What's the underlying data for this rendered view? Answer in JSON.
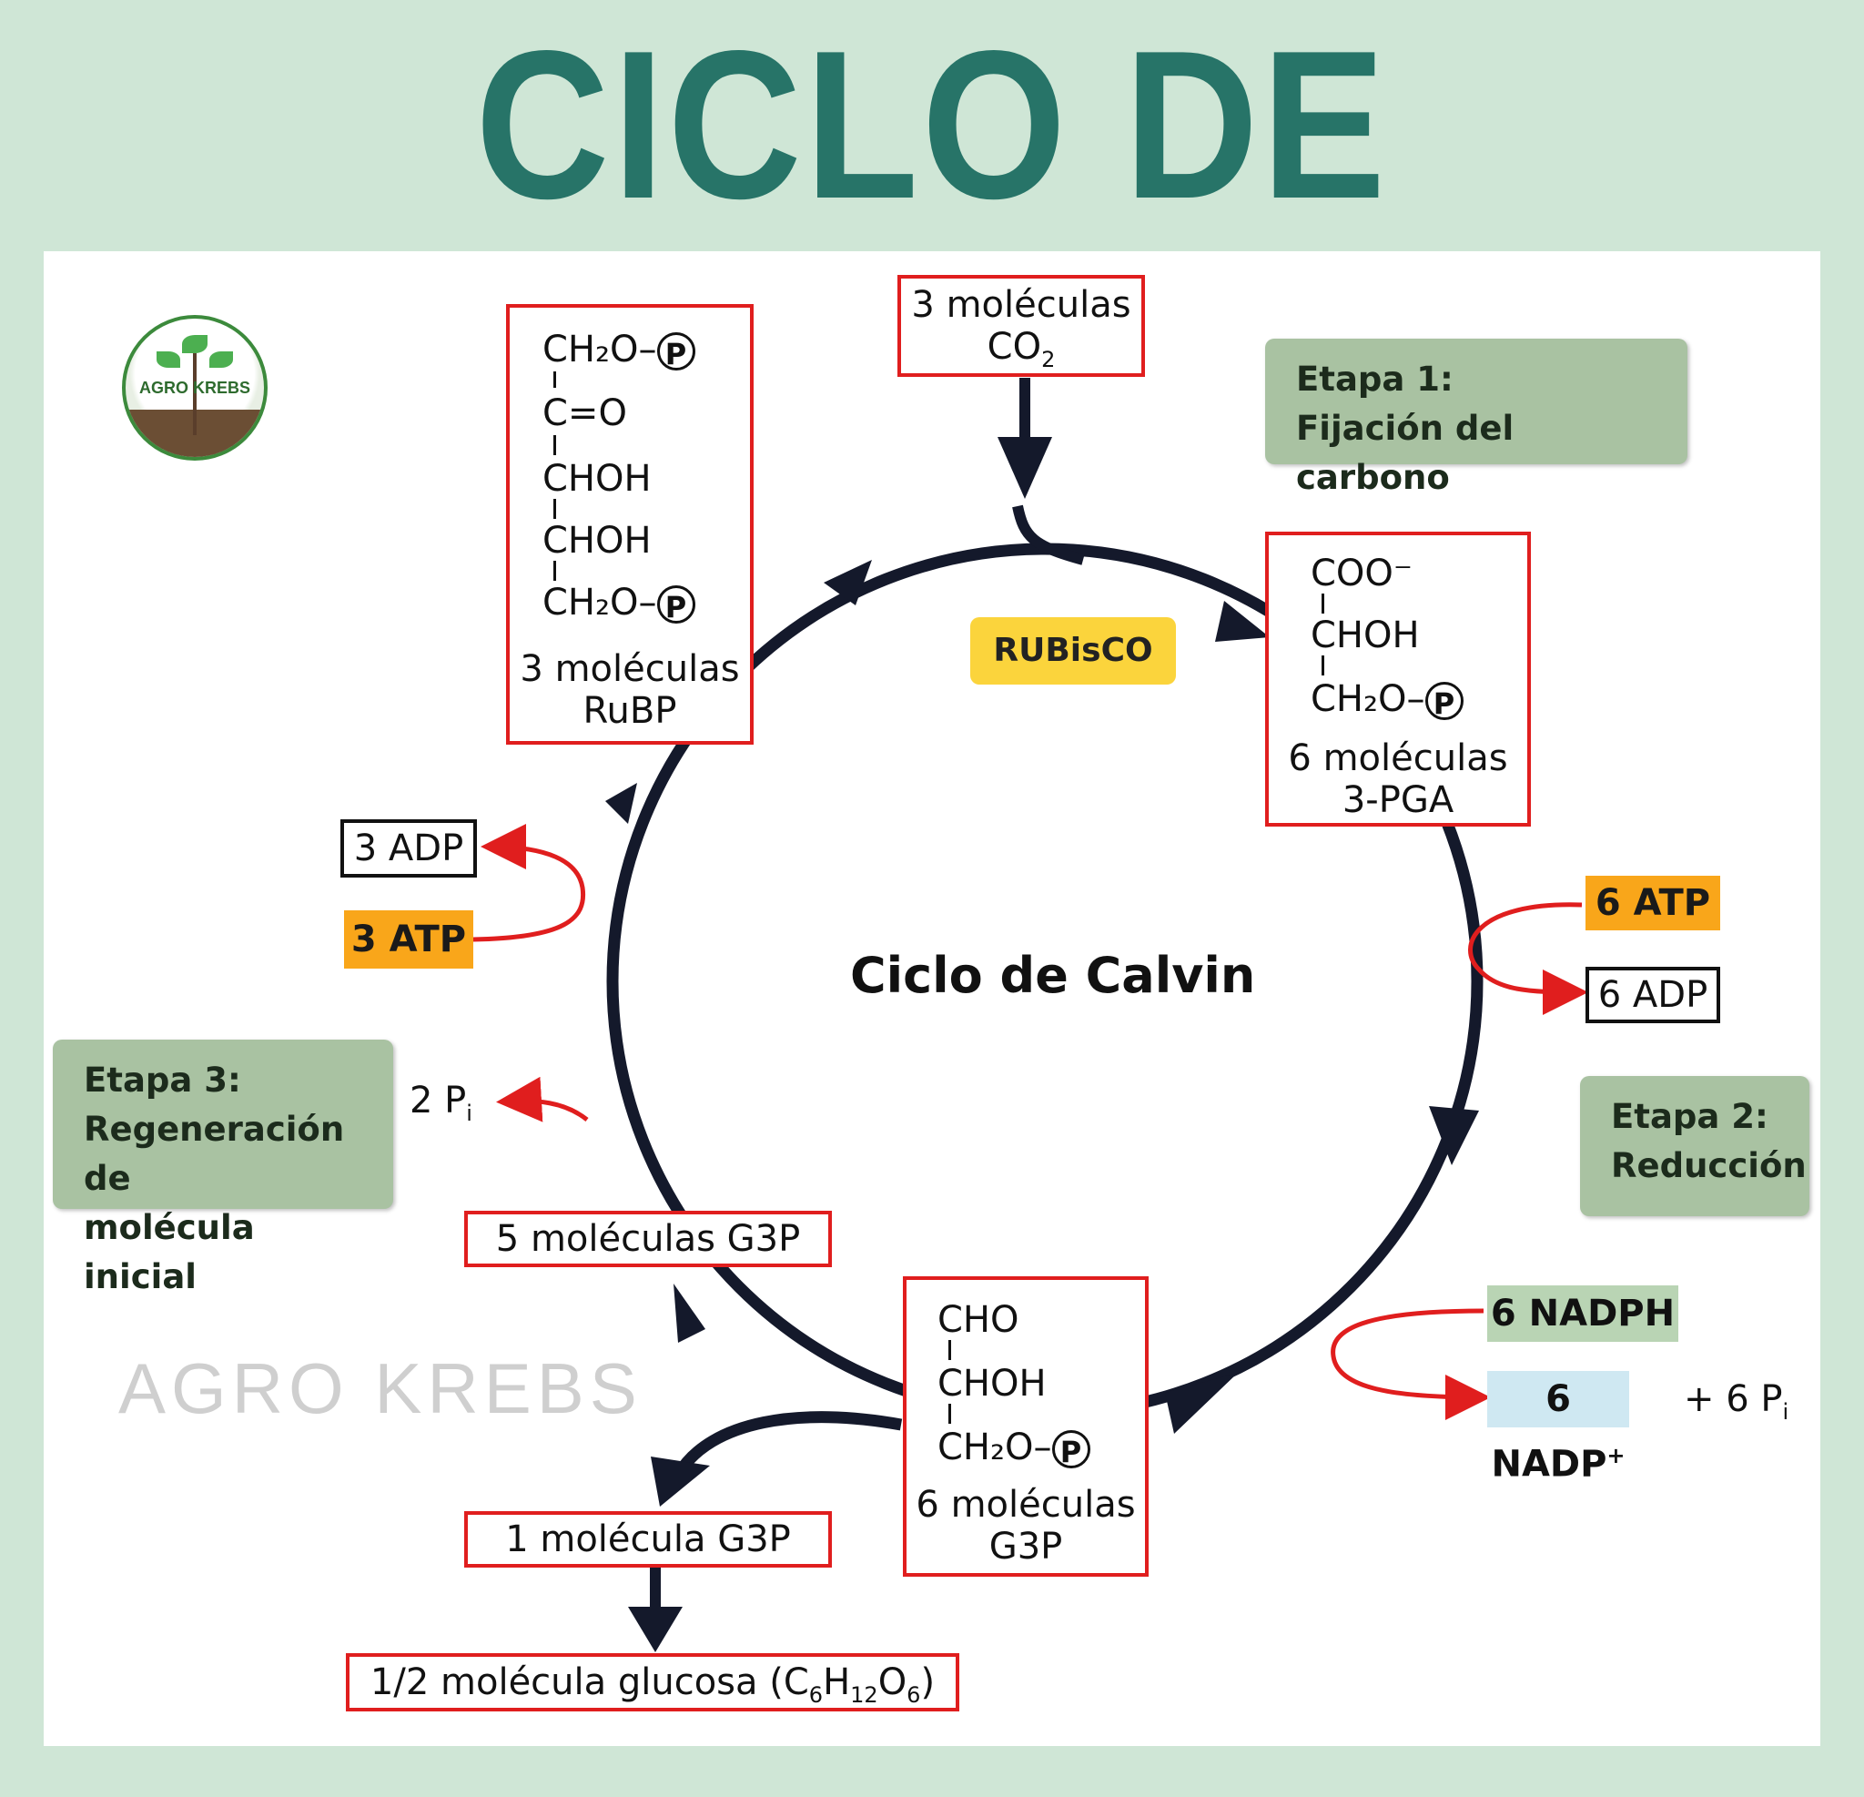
{
  "title": "CICLO DE CALVIN",
  "center_label": "Ciclo de Calvin",
  "logo": {
    "text": "AGRO KREBS"
  },
  "watermark": "AGRO KREBS",
  "rubisco": "RUBisCO",
  "co2_box": {
    "line1": "3 moléculas",
    "line2": "CO",
    "sub": "2"
  },
  "rubp_box": {
    "rows": [
      "CH₂O–",
      "C=O",
      "CHOH",
      "CHOH",
      "CH₂O–"
    ],
    "phosphate": "P",
    "label1": "3 moléculas",
    "label2": "RuBP"
  },
  "pga_box": {
    "rows": [
      "COO⁻",
      "CHOH",
      "CH₂O–"
    ],
    "phosphate": "P",
    "label1": "6 moléculas",
    "label2": "3-PGA"
  },
  "g3p_box": {
    "rows": [
      "CHO",
      "CHOH",
      "CH₂O–"
    ],
    "phosphate": "P",
    "label1": "6 moléculas",
    "label2": "G3P"
  },
  "stage1": {
    "line1": "Etapa 1:",
    "line2": "Fijación del carbono"
  },
  "stage2": {
    "line1": "Etapa 2:",
    "line2": "Reducción"
  },
  "stage3": {
    "line1": "Etapa 3:",
    "line2": "Regeneración de",
    "line3": "molécula inicial"
  },
  "right_atp": "6 ATP",
  "right_adp": "6 ADP",
  "left_adp": "3 ADP",
  "left_atp": "3 ATP",
  "nadph": "6 NADPH",
  "nadp": "6 NADP",
  "nadp_sup": "+",
  "pi_right": "+ 6 P",
  "pi_left": "2 P",
  "pi_sub": "i",
  "g3p5": "5 moléculas G3P",
  "g3p1": "1 molécula G3P",
  "glucose": {
    "text": "1/2 molécula glucosa (C",
    "c_sub": "6",
    "h": "H",
    "h_sub": "12",
    "o": "O",
    "o_sub": "6",
    "close": ")"
  },
  "colors": {
    "title": "#277468",
    "box_border": "#e01e1e",
    "atp": "#f9a61a",
    "rubisco": "#fbd43c",
    "stage": "#a9c2a2",
    "nadp": "#cfe8f2",
    "cycle": "#14192b",
    "red_arrow": "#e01e1e"
  }
}
